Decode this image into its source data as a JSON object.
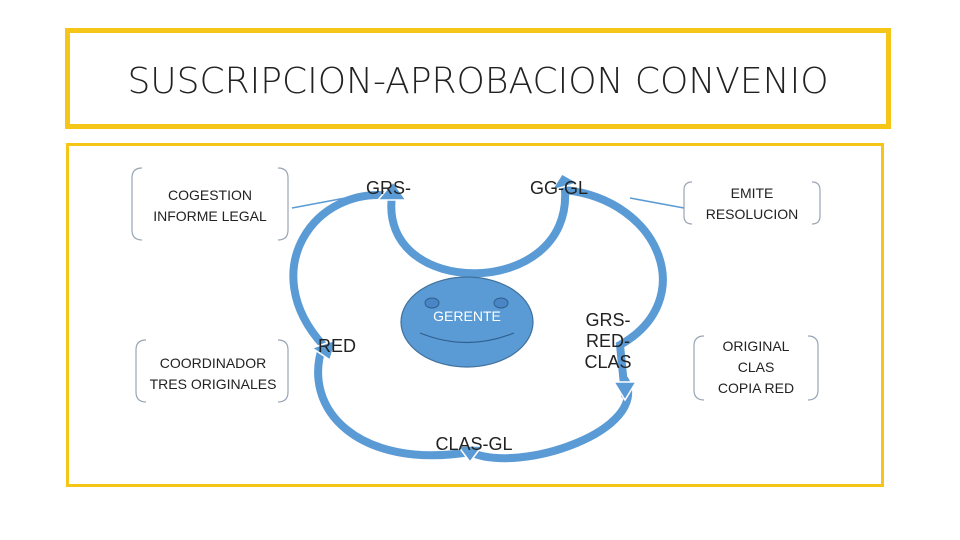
{
  "title": "SUSCRIPCION-APROBACION CONVENIO",
  "colors": {
    "frame": "#f5c518",
    "arrow": "#5b9bd5",
    "face": "#5b9bd5",
    "face_outline": "#41719c",
    "bracket": "#9aa5b4"
  },
  "boxes": {
    "cogestion": [
      "COGESTION",
      "INFORME LEGAL"
    ],
    "coordinador": [
      "COORDINADOR",
      "TRES ORIGINALES"
    ],
    "emite": [
      "EMITE",
      "RESOLUCION"
    ],
    "original": [
      "ORIGINAL",
      "CLAS",
      "COPIA RED"
    ]
  },
  "nodes": {
    "grs_top": "GRS-",
    "gg_gl": "GG-GL",
    "red": "RED",
    "grs_red_clas": [
      "GRS-",
      "RED-",
      "CLAS"
    ],
    "clas_gl": "CLAS-GL",
    "gerente": "GERENTE"
  }
}
